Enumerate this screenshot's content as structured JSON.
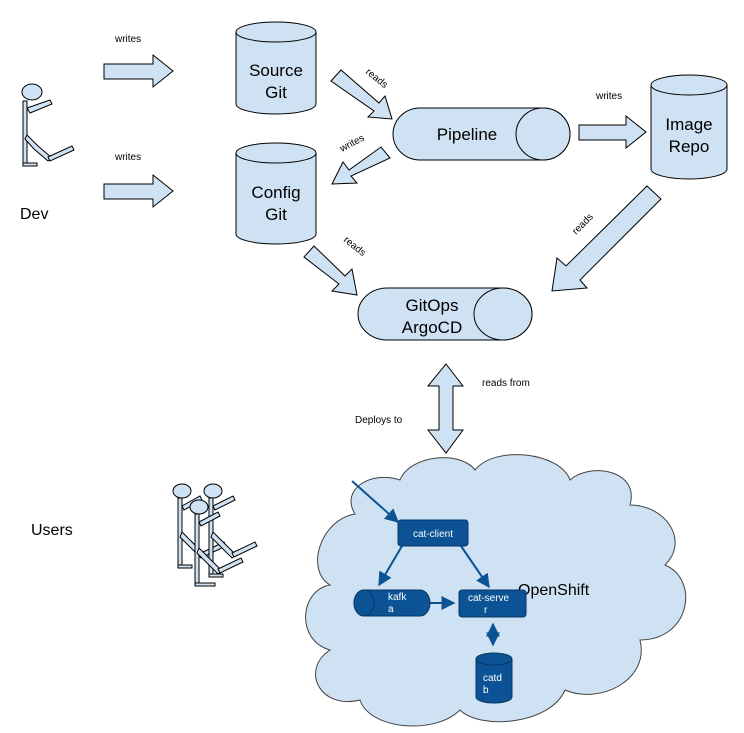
{
  "colors": {
    "shape_fill": "#cfe2f3",
    "stroke": "#000000",
    "cloud_fill": "#cfe2f3",
    "cloud_stroke": "#434343",
    "dark_node": "#0b5394",
    "dark_node_stroke": "#073763",
    "white_text": "#ffffff"
  },
  "actors": {
    "dev_label": "Dev",
    "users_label": "Users"
  },
  "nodes": {
    "source_git": [
      "Source",
      "Git"
    ],
    "config_git": [
      "Config",
      "Git"
    ],
    "pipeline": "Pipeline",
    "image_repo": [
      "Image",
      "Repo"
    ],
    "gitops": [
      "GitOps",
      "ArgoCD"
    ],
    "openshift": "OpenShift"
  },
  "edges": {
    "dev_writes_source": "writes",
    "dev_writes_config": "writes",
    "pipeline_reads_source": "reads",
    "pipeline_writes_config": "writes",
    "pipeline_writes_image": "writes",
    "gitops_reads_config": "reads",
    "gitops_reads_image": "reads",
    "gitops_reads_from": "reads from",
    "gitops_deploys_to": "Deploys to"
  },
  "cluster": {
    "cat_client": "cat-client",
    "kafka": [
      "kafk",
      "a"
    ],
    "cat_server": [
      "cat-serve",
      "r"
    ],
    "catdb": [
      "catd",
      "b"
    ]
  }
}
